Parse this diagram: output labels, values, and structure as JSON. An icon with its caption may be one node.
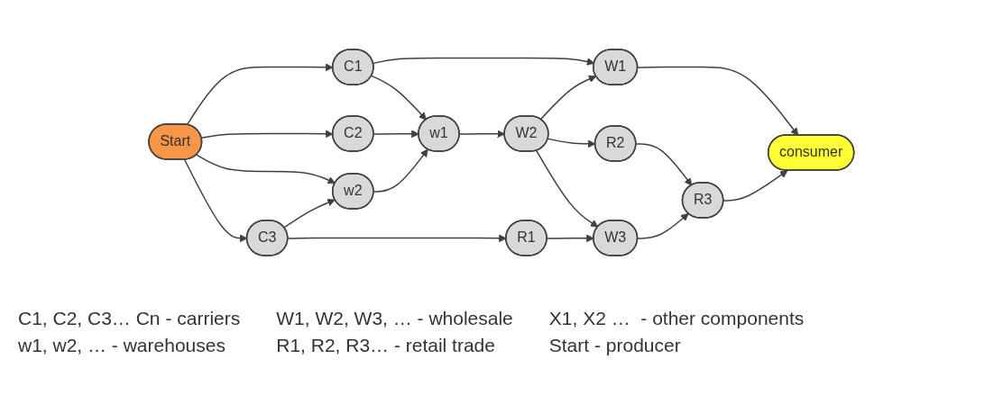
{
  "diagram": {
    "nodes": [
      {
        "text": [
          "Start"
        ]
      },
      {
        "text": [
          "C1"
        ]
      },
      {
        "text": [
          "C2"
        ]
      },
      {
        "text": [
          "C3"
        ]
      },
      {
        "text": [
          "w1"
        ]
      },
      {
        "text": [
          "w2"
        ]
      },
      {
        "text": [
          "W1"
        ]
      },
      {
        "text": [
          "W2"
        ]
      },
      {
        "text": [
          "W3"
        ]
      },
      {
        "text": [
          "R1"
        ]
      },
      {
        "text": [
          "R2"
        ]
      },
      {
        "text": [
          "R3"
        ]
      },
      {
        "text": [
          "consumer"
        ]
      }
    ],
    "edges": [
      {
        "from": 0,
        "to": 1,
        "arrow": "to"
      },
      {
        "from": 0,
        "to": 2,
        "arrow": "to"
      },
      {
        "from": 0,
        "to": 5,
        "arrow": "to"
      },
      {
        "from": 0,
        "to": 3,
        "arrow": "to"
      },
      {
        "from": 1,
        "to": 6,
        "arrow": "to"
      },
      {
        "from": 1,
        "to": 4,
        "arrow": "to"
      },
      {
        "from": 2,
        "to": 4,
        "arrow": "to"
      },
      {
        "from": 3,
        "to": 5,
        "arrow": "to"
      },
      {
        "from": 3,
        "to": 9,
        "arrow": "to"
      },
      {
        "from": 5,
        "to": 4,
        "arrow": "to"
      },
      {
        "from": 4,
        "to": 7,
        "arrow": "to"
      },
      {
        "from": 7,
        "to": 6,
        "arrow": "to"
      },
      {
        "from": 7,
        "to": 10,
        "arrow": "to"
      },
      {
        "from": 7,
        "to": 8,
        "arrow": "to"
      },
      {
        "from": 6,
        "to": 12,
        "arrow": "to"
      },
      {
        "from": 9,
        "to": 8,
        "arrow": "to"
      },
      {
        "from": 8,
        "to": 11,
        "arrow": "to"
      },
      {
        "from": 10,
        "to": 11,
        "arrow": "to"
      },
      {
        "from": 11,
        "to": 12,
        "arrow": "to"
      }
    ],
    "labels": [
      "C1, C2, C3… Cn - carriers",
      "W1, W2, W3, … - wholesale",
      "X1, X2 …  - other components",
      "w1, w2, … - warehouses",
      "R1, R2, R3… - retail trade",
      "Start - producer"
    ]
  }
}
